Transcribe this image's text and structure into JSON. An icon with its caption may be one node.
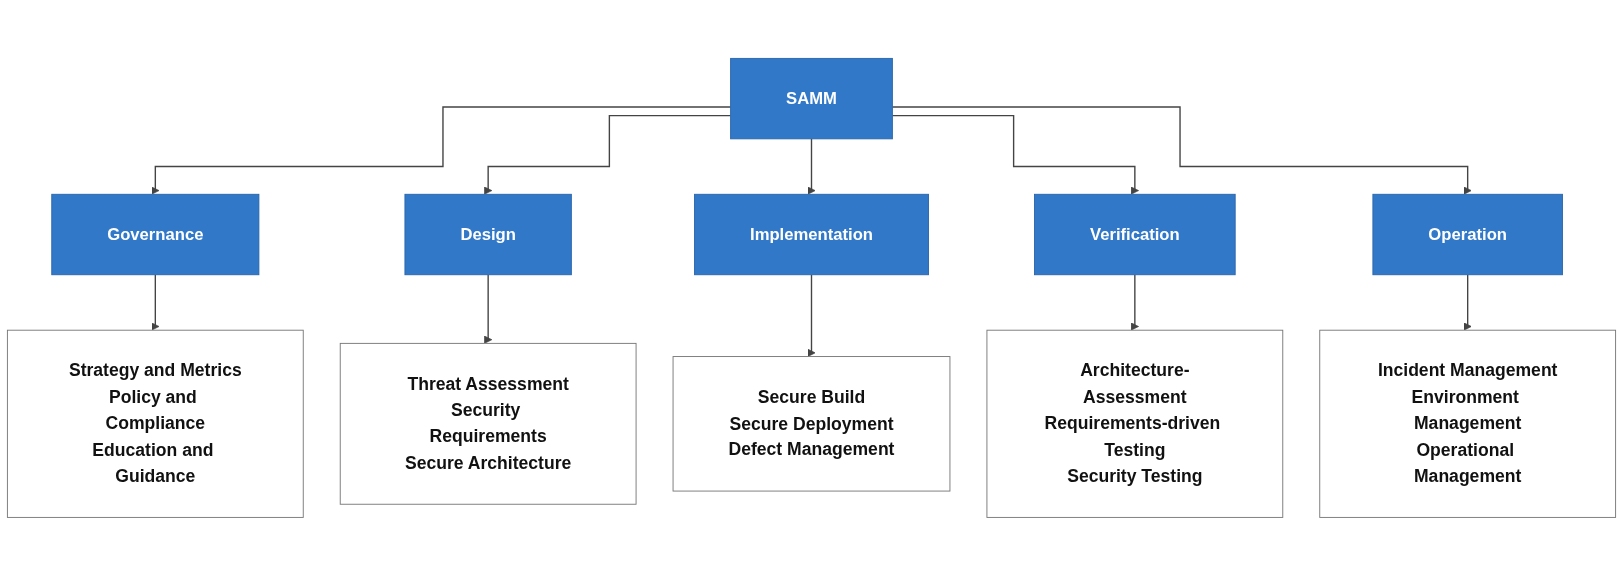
{
  "diagram": {
    "nodes": [
      {
        "text": [
          "SAMM"
        ]
      },
      {
        "text": [
          "Governance"
        ]
      },
      {
        "text": [
          "Design"
        ]
      },
      {
        "text": [
          "Implementation"
        ]
      },
      {
        "text": [
          "Verification"
        ]
      },
      {
        "text": [
          "Operation"
        ]
      },
      {
        "text": [
          "Strategy and Metrics",
          "Policy and Compliance",
          "Education and Guidance"
        ]
      },
      {
        "text": [
          "Threat Assessment",
          "Security Requirements",
          "Secure Architecture"
        ]
      },
      {
        "text": [
          "Secure Build",
          "Secure Deployment",
          "Defect Management"
        ]
      },
      {
        "text": [
          "Architecture-Assessment",
          "Requirements-driven Testing",
          "Security Testing"
        ]
      },
      {
        "text": [
          "Incident Management",
          "Environment Management",
          "Operational Management"
        ]
      }
    ],
    "edges": [
      {
        "from": 0,
        "to": 1,
        "arrow": "to"
      },
      {
        "from": 0,
        "to": 2,
        "arrow": "to"
      },
      {
        "from": 0,
        "to": 3,
        "arrow": "to"
      },
      {
        "from": 0,
        "to": 4,
        "arrow": "to"
      },
      {
        "from": 0,
        "to": 5,
        "arrow": "to"
      },
      {
        "from": 1,
        "to": 6,
        "arrow": "to"
      },
      {
        "from": 2,
        "to": 7,
        "arrow": "to"
      },
      {
        "from": 3,
        "to": 8,
        "arrow": "to"
      },
      {
        "from": 4,
        "to": 9,
        "arrow": "to"
      },
      {
        "from": 5,
        "to": 10,
        "arrow": "to"
      }
    ]
  }
}
